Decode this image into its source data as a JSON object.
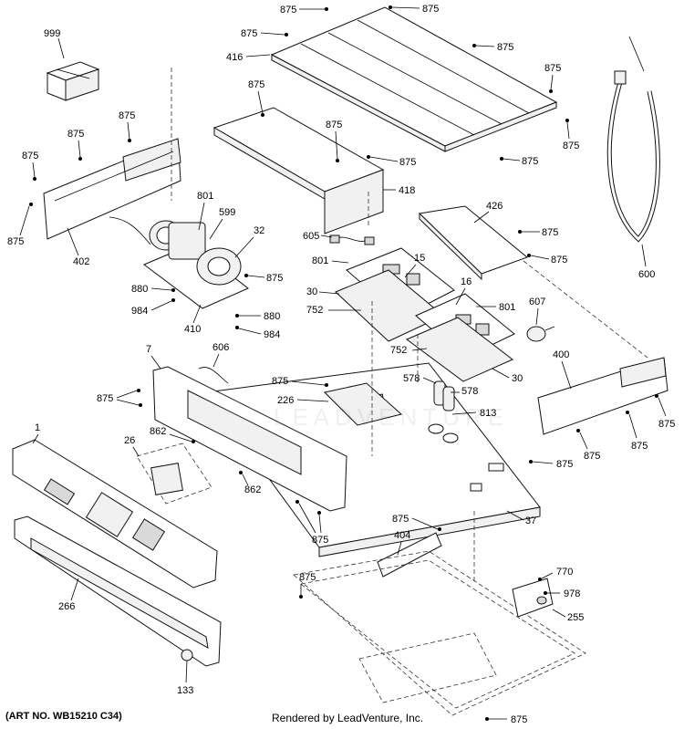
{
  "diagram": {
    "art_number": "(ART NO. WB15210 C34)",
    "rendered_by": "Rendered by LeadVenture, Inc.",
    "watermark": "LEADVENTURE",
    "callouts": {
      "c999": "999",
      "c875": "875",
      "c416": "416",
      "c418": "418",
      "c402": "402",
      "c801": "801",
      "c599": "599",
      "c32": "32",
      "c880": "880",
      "c984": "984",
      "c410": "410",
      "c605": "605",
      "c426": "426",
      "c15": "15",
      "c16": "16",
      "c30": "30",
      "c752": "752",
      "c607": "607",
      "c600": "600",
      "c400": "400",
      "c7": "7",
      "c606": "606",
      "c226": "226",
      "c578": "578",
      "c813": "813",
      "c1": "1",
      "c26": "26",
      "c862": "862",
      "c37": "37",
      "c404": "404",
      "c770": "770",
      "c978": "978",
      "c255": "255",
      "c266": "266",
      "c133": "133"
    }
  }
}
